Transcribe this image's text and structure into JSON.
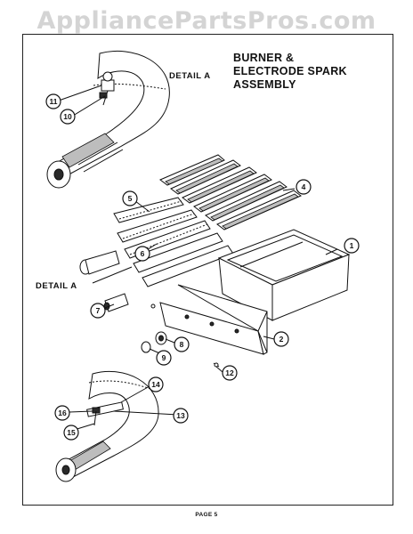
{
  "watermark": "AppliancePartsPros.com",
  "title": {
    "line1": "BURNER &",
    "line2": "ELECTRODE SPARK",
    "line3": "ASSEMBLY"
  },
  "detail_labels": {
    "top": "DETAIL A",
    "middle": "DETAIL A"
  },
  "page_number": "PAGE 5",
  "callouts": [
    "1",
    "2",
    "4",
    "5",
    "6",
    "7",
    "8",
    "9",
    "10",
    "11",
    "12",
    "13",
    "14",
    "15",
    "16"
  ]
}
